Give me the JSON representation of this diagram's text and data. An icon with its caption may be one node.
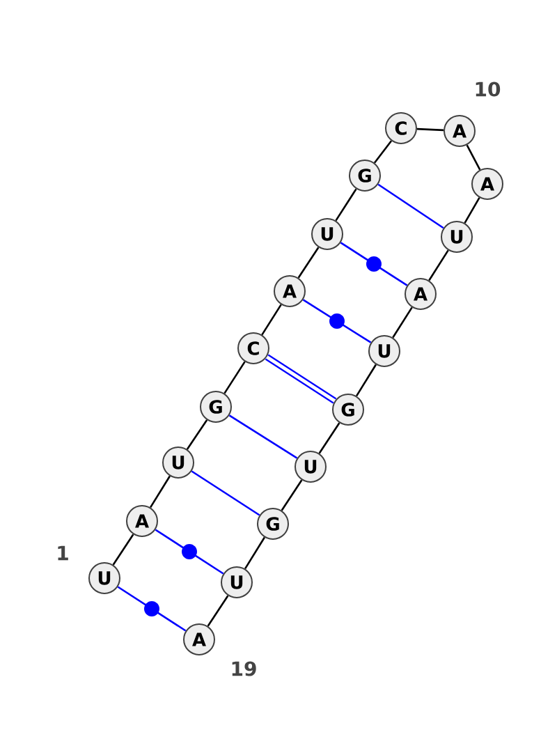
{
  "diagram": {
    "nodes": [
      {
        "text": [
          "U"
        ]
      },
      {
        "text": [
          "A"
        ]
      },
      {
        "text": [
          "U"
        ]
      },
      {
        "text": [
          "G"
        ]
      },
      {
        "text": [
          "C"
        ]
      },
      {
        "text": [
          "A"
        ]
      },
      {
        "text": [
          "U"
        ]
      },
      {
        "text": [
          "G"
        ]
      },
      {
        "text": [
          "C"
        ]
      },
      {
        "text": [
          "A"
        ]
      },
      {
        "text": [
          "A"
        ]
      },
      {
        "text": [
          "U"
        ]
      },
      {
        "text": [
          "A"
        ]
      },
      {
        "text": [
          "U"
        ]
      },
      {
        "text": [
          "G"
        ]
      },
      {
        "text": [
          "U"
        ]
      },
      {
        "text": [
          "G"
        ]
      },
      {
        "text": [
          "U"
        ]
      },
      {
        "text": [
          "A"
        ]
      }
    ],
    "edges": [
      {
        "from": 0,
        "to": 1,
        "arrow": "none"
      },
      {
        "from": 1,
        "to": 2,
        "arrow": "none"
      },
      {
        "from": 2,
        "to": 3,
        "arrow": "none"
      },
      {
        "from": 3,
        "to": 4,
        "arrow": "none"
      },
      {
        "from": 4,
        "to": 5,
        "arrow": "none"
      },
      {
        "from": 5,
        "to": 6,
        "arrow": "none"
      },
      {
        "from": 6,
        "to": 7,
        "arrow": "none"
      },
      {
        "from": 7,
        "to": 8,
        "arrow": "none"
      },
      {
        "from": 8,
        "to": 9,
        "arrow": "none"
      },
      {
        "from": 9,
        "to": 10,
        "arrow": "none"
      },
      {
        "from": 10,
        "to": 11,
        "arrow": "none"
      },
      {
        "from": 11,
        "to": 12,
        "arrow": "none"
      },
      {
        "from": 12,
        "to": 13,
        "arrow": "none"
      },
      {
        "from": 13,
        "to": 14,
        "arrow": "none"
      },
      {
        "from": 14,
        "to": 15,
        "arrow": "none"
      },
      {
        "from": 15,
        "to": 16,
        "arrow": "none"
      },
      {
        "from": 16,
        "to": 17,
        "arrow": "none"
      },
      {
        "from": 17,
        "to": 18,
        "arrow": "none"
      },
      {
        "from": 0,
        "to": 18,
        "arrow": "none",
        "color": "#0000ff"
      },
      {
        "from": 1,
        "to": 17,
        "arrow": "none",
        "color": "#0000ff"
      },
      {
        "from": 2,
        "to": 16,
        "arrow": "none",
        "color": "#0000ff"
      },
      {
        "from": 3,
        "to": 15,
        "arrow": "none",
        "color": "#0000ff"
      },
      {
        "from": 4,
        "to": 14,
        "arrow": "none",
        "style": "thick",
        "color": "#0000ff"
      },
      {
        "from": 5,
        "to": 13,
        "arrow": "none",
        "color": "#0000ff"
      },
      {
        "from": 6,
        "to": 12,
        "arrow": "none",
        "color": "#0000ff"
      },
      {
        "from": 7,
        "to": 11,
        "arrow": "none",
        "color": "#0000ff"
      }
    ],
    "labels": [
      "10",
      "1",
      "19"
    ]
  }
}
